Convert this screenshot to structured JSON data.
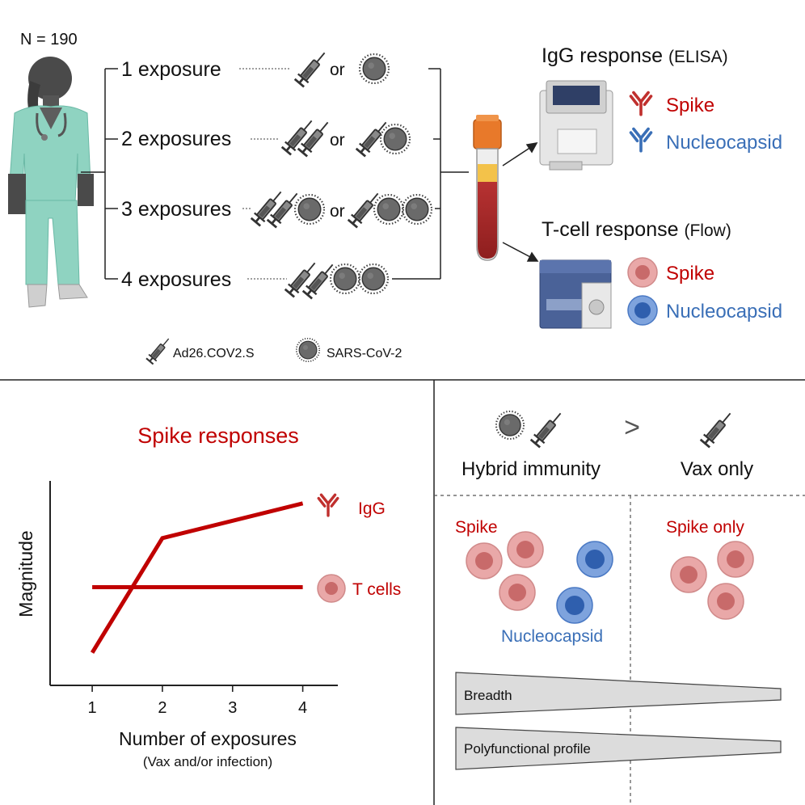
{
  "top": {
    "cohort_label": "N = 190",
    "exposure_rows": [
      {
        "label": "1 exposure",
        "or_text": "or"
      },
      {
        "label": "2 exposures",
        "or_text": "or"
      },
      {
        "label": "3 exposures",
        "or_text": "or"
      },
      {
        "label": "4 exposures",
        "or_text": ""
      }
    ],
    "legend": {
      "vaccine": "Ad26.COV2.S",
      "virus": "SARS-CoV-2"
    },
    "igg": {
      "title": "IgG response",
      "method": "(ELISA)",
      "spike": "Spike",
      "nucleocapsid": "Nucleocapsid"
    },
    "tcell": {
      "title": "T-cell response",
      "method": "(Flow)",
      "spike": "Spike",
      "nucleocapsid": "Nucleocapsid"
    }
  },
  "bottom_left": {
    "title": "Spike responses",
    "chart_data": {
      "type": "line",
      "xlabel": "Number of exposures",
      "xlabel_sub": "(Vax and/or infection)",
      "ylabel": "Magnitude",
      "x_ticks": [
        "1",
        "2",
        "3",
        "4"
      ],
      "xlim": [
        0.4,
        4.5
      ],
      "ylim": [
        0,
        1
      ],
      "series": [
        {
          "name": "IgG",
          "x": [
            1,
            2,
            4
          ],
          "y": [
            0.16,
            0.72,
            0.89
          ]
        },
        {
          "name": "T cells",
          "x": [
            1,
            4
          ],
          "y": [
            0.48,
            0.48
          ]
        }
      ]
    }
  },
  "bottom_right": {
    "comparison": {
      "left": "Hybrid immunity",
      "symbol": ">",
      "right": "Vax only"
    },
    "spike_label": "Spike",
    "nucleocapsid_label": "Nucleocapsid",
    "spike_only_label": "Spike only",
    "bars": [
      "Breadth",
      "Polyfunctional profile"
    ]
  },
  "colors": {
    "red": "#c00000",
    "blue": "#3a6fb7",
    "spike_cell": "#e9a8a8",
    "nuc_cell": "#4a79c4",
    "scrubs": "#8fd3c1",
    "bar_fill": "#dcdcdc"
  }
}
